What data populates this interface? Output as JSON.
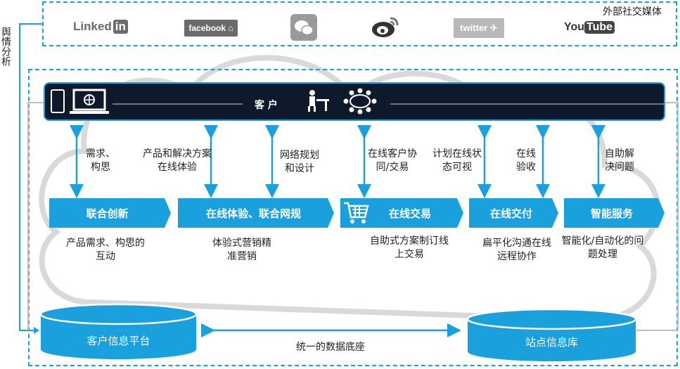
{
  "external_media": {
    "title": "外部社交媒体",
    "logos": [
      "Linked in",
      "facebook",
      "wechat-icon",
      "weibo-icon",
      "twitter",
      "YouTube"
    ]
  },
  "sentiment_analysis": "舆情分析",
  "customer_bar": {
    "label": "客 户"
  },
  "requirements": [
    "需求、构思",
    "产品和解决方案在线体验",
    "网络规划和设计",
    "在线客户协同/交易",
    "计划在线状态可视",
    "在线验收",
    "自助解决问题"
  ],
  "stages": [
    {
      "label": "联合创新"
    },
    {
      "label": "在线体验、联合网规"
    },
    {
      "label": "在线交易"
    },
    {
      "label": "在线交付"
    },
    {
      "label": "智能服务"
    }
  ],
  "outcomes": [
    "产品需求、构思的互动",
    "体验式营销精准营销",
    "自助式方案制订线上交易",
    "扁平化沟通在线远程协作",
    "智能化/自动化的问题处理"
  ],
  "databases": {
    "left": "客户信息平台",
    "right": "站点信息库",
    "link": "统一的数据底座"
  },
  "colors": {
    "accent": "#1aa0dc",
    "dark": "#0e1a2b",
    "gray": "#cfcfcf"
  }
}
